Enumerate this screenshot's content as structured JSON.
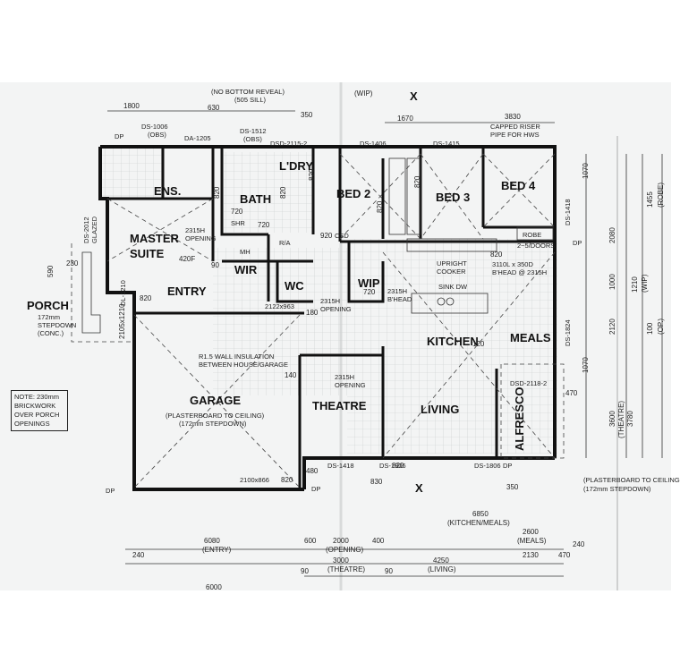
{
  "rooms": {
    "ens": "ENS.",
    "bath": "BATH",
    "ldry": "L'DRY",
    "bed2": "BED 2",
    "bed3": "BED 3",
    "bed4": "BED 4",
    "master_suite_1": "MASTER",
    "master_suite_2": "SUITE",
    "wir": "WIR",
    "wc": "WC",
    "wip": "WIP",
    "entry": "ENTRY",
    "kitchen": "KITCHEN",
    "meals": "MEALS",
    "garage": "GARAGE",
    "theatre": "THEATRE",
    "living": "LIVING",
    "alfresco": "ALFRESCO",
    "porch": "PORCH"
  },
  "notes": {
    "no_bottom_reveal": "(NO BOTTOM REVEAL)",
    "sill": "(505 SILL)",
    "capped_riser_1": "CAPPED RISER",
    "capped_riser_2": "PIPE FOR HWS",
    "porch_1": "172mm",
    "porch_2": "STEPDOWN",
    "porch_3": "(CONC.)",
    "garage_1": "(PLASTERBOARD TO CEILING)",
    "garage_2": "(172mm STEPDOWN)",
    "alfresco_1": "(PLASTERBOARD TO CEILING",
    "alfresco_2": "(172mm STEPDOWN)",
    "insulation_1": "R1.5 WALL INSULATION",
    "insulation_2": "BETWEEN HOUSE/GARAGE",
    "note_1": "NOTE: 230mm",
    "note_2": "BRICKWORK",
    "note_3": "OVER PORCH",
    "note_4": "OPENINGS",
    "upright_1": "UPRIGHT",
    "upright_2": "COOKER",
    "bulkhead_1": "3110L x 350D",
    "bulkhead_2": "B'HEAD @ 2315H",
    "sink": "SINK DW",
    "opening_master_1": "2315H",
    "opening_master_2": "OPENING",
    "opening_kitchen_1": "2315H",
    "opening_kitchen_2": "B'HEAD",
    "opening_entry_1": "2315H",
    "opening_entry_2": "OPENING",
    "opening_theatre_1": "2315H",
    "opening_theatre_2": "OPENING",
    "robe_doors": "2~5/DOORS",
    "robe": "ROBE",
    "shr": "SHR",
    "mh": "MH",
    "ra": "R/A"
  },
  "window_tags": {
    "ds1006": "DS-1006",
    "obs1": "(OBS)",
    "da1205": "DA-1205",
    "ds1512": "DS-1512",
    "obs2": "(OBS)",
    "dsd2115": "DSD-2115-2",
    "ds1406": "DS-1406",
    "ds1415": "DS-1415",
    "ds1418_r": "DS-1418",
    "ds1824": "DS-1824",
    "dsd2118": "DSD-2118-2",
    "ds1418_b": "DS-1418",
    "ds1806": "DS-1806",
    "ds1806_b": "DS-1806",
    "ds2012": "DS-2012",
    "glazed": "GLAZED",
    "dl1210": "DL-1210",
    "garage_door": "2100x866",
    "door_2122": "2122x963",
    "csd": "CSD",
    "dp": "DP"
  },
  "dimensions": {
    "top_1800": "1800",
    "top_630": "630",
    "top_350": "350",
    "top_1670": "1670",
    "top_3830": "3830",
    "door_820": "820",
    "door_720": "720",
    "door_920": "920",
    "d_420f": "420F",
    "d_180": "180",
    "d_140": "140",
    "d_120": "120",
    "d_470": "470",
    "d_480": "480",
    "d_830": "830",
    "d_350b": "350",
    "d_90": "90",
    "left_590": "590",
    "left_230": "230",
    "left_2105": "2105x1210",
    "b_6850": "6850",
    "b_kitchen_meals": "(KITCHEN/MEALS)",
    "b_2600": "2600",
    "b_meals": "(MEALS)",
    "b_6080": "6080",
    "b_entry": "(ENTRY)",
    "b_600": "600",
    "b_2000": "2000",
    "b_opening": "(OPENING)",
    "b_400": "400",
    "b_240a": "240",
    "b_240b": "240",
    "b_2130": "2130",
    "b_470": "470",
    "b_3000": "3000",
    "b_theatre": "(THEATRE)",
    "b_90": "90",
    "b_4250": "4250",
    "b_living": "(LIVING)",
    "b_90b": "90",
    "b_6000": "6000",
    "r_1070": "1070",
    "r_2080": "2080",
    "r_1000": "1000",
    "r_2120": "2120",
    "r_1070b": "1070",
    "r_3600": "3600",
    "r_theatre": "(THEATRE)",
    "r_3780": "3780",
    "r_1455": "1455",
    "r_robe": "(ROBE)",
    "r_1210": "1210",
    "r_wip": "(WIP)",
    "r_100": "100",
    "r_op": "(OP.)",
    "wip_top": "(WIP)",
    "x_mark": "X"
  }
}
